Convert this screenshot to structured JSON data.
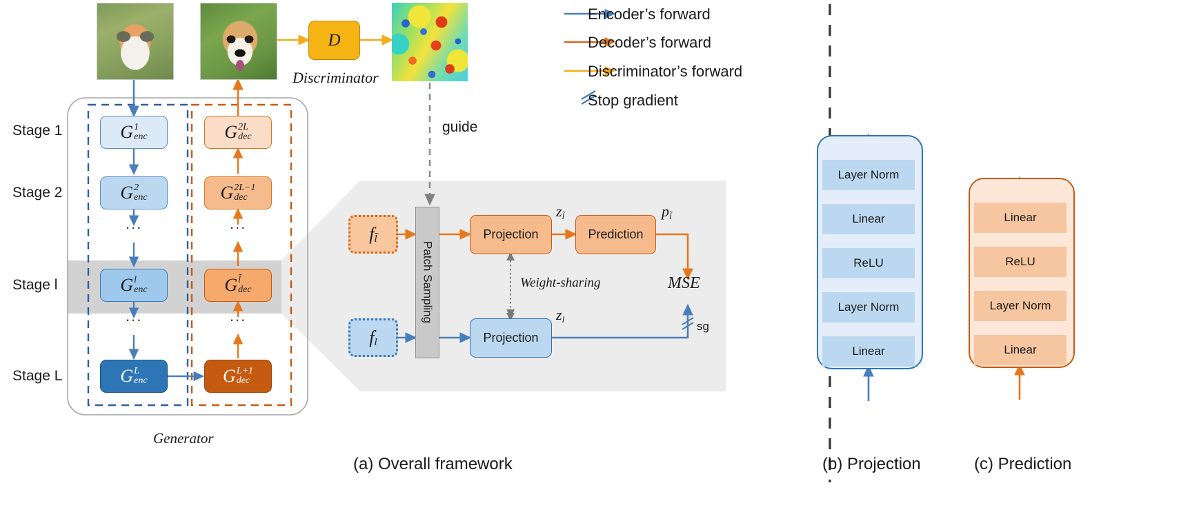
{
  "figure": {
    "captions": {
      "a": "(a) Overall framework",
      "b": "(b) Projection",
      "c": "(c) Prediction"
    }
  },
  "legend": {
    "items": [
      {
        "label": "Encoder’s forward",
        "color": "#4a7ebb",
        "kind": "arrow"
      },
      {
        "label": "Decoder’s forward",
        "color": "#d2691e",
        "kind": "arrow"
      },
      {
        "label": "Discriminator’s forward",
        "color": "#f5ac18",
        "kind": "arrow"
      },
      {
        "label": "Stop gradient",
        "color": "#4a7ebb",
        "kind": "stopgrad"
      }
    ]
  },
  "overall": {
    "stage_labels": [
      "Stage 1",
      "Stage 2",
      "Stage l",
      "Stage L"
    ],
    "generator_label": "Generator",
    "discriminator_label": "Discriminator",
    "discriminator_box": "D",
    "guide_label": "guide",
    "ellipsis": "...",
    "encoder_blocks": [
      {
        "base": "G",
        "sup": "1",
        "sub": "enc",
        "fill": "#dce9f7",
        "stroke": "#4a7ebb"
      },
      {
        "base": "G",
        "sup": "2",
        "sub": "enc",
        "fill": "#bcd8f0",
        "stroke": "#4a7ebb"
      },
      {
        "base": "G",
        "sup": "l",
        "sub": "enc",
        "fill": "#9bc7ea",
        "stroke": "#3a6fa8"
      },
      {
        "base": "G",
        "sup": "L",
        "sub": "enc",
        "fill": "#2e75b6",
        "stroke": "#23567f"
      }
    ],
    "decoder_blocks": [
      {
        "base": "G",
        "sup": "2L",
        "sub": "dec",
        "fill": "#fbdcc6",
        "stroke": "#d2691e"
      },
      {
        "base": "G",
        "sup": "2L−1",
        "sub": "dec",
        "fill": "#f6bb8d",
        "stroke": "#d2691e"
      },
      {
        "base": "G",
        "sup": "l̃",
        "sub": "dec",
        "fill": "#f5a96c",
        "stroke": "#c25c11"
      },
      {
        "base": "G",
        "sup": "L+1",
        "sub": "dec",
        "fill": "#c55a11",
        "stroke": "#9c470d"
      }
    ],
    "encoder_label_color": "#2e5f9e",
    "decoder_label_color": "#c55a11"
  },
  "detail": {
    "patch_sampling": "Patch Sampling",
    "weight_sharing": "Weight-sharing",
    "mse": "MSE",
    "sg": "sg",
    "top_feature": {
      "base": "f",
      "sub": "l̃"
    },
    "bottom_feature": {
      "base": "f",
      "sub": "l"
    },
    "projection_top": "Projection",
    "prediction_top": "Prediction",
    "projection_bottom": "Projection",
    "z_top": {
      "base": "z",
      "sub": "l̃"
    },
    "z_bottom": {
      "base": "z",
      "sub": "l"
    },
    "p_top": {
      "base": "p",
      "sub": "l̃"
    }
  },
  "projection_module": {
    "layers": [
      "Layer Norm",
      "Linear",
      "ReLU",
      "Layer Norm",
      "Linear"
    ],
    "fill": "#bcd8f0",
    "outer_fill": "#e3eefa",
    "stroke": "#2e75b6"
  },
  "prediction_module": {
    "layers": [
      "Linear",
      "ReLU",
      "Layer Norm",
      "Linear"
    ],
    "fill": "#f6c6a0",
    "outer_fill": "#fce7d8",
    "stroke": "#c55a11"
  },
  "colors": {
    "encoder_blue": "#4a7ebb",
    "decoder_orange": "#d2691e",
    "discriminator_yellow": "#f5ac18",
    "panel_gray": "#e8e8e8",
    "patch_gray": "#c8c8c8",
    "dashed_divider": "#3a3a3a"
  }
}
